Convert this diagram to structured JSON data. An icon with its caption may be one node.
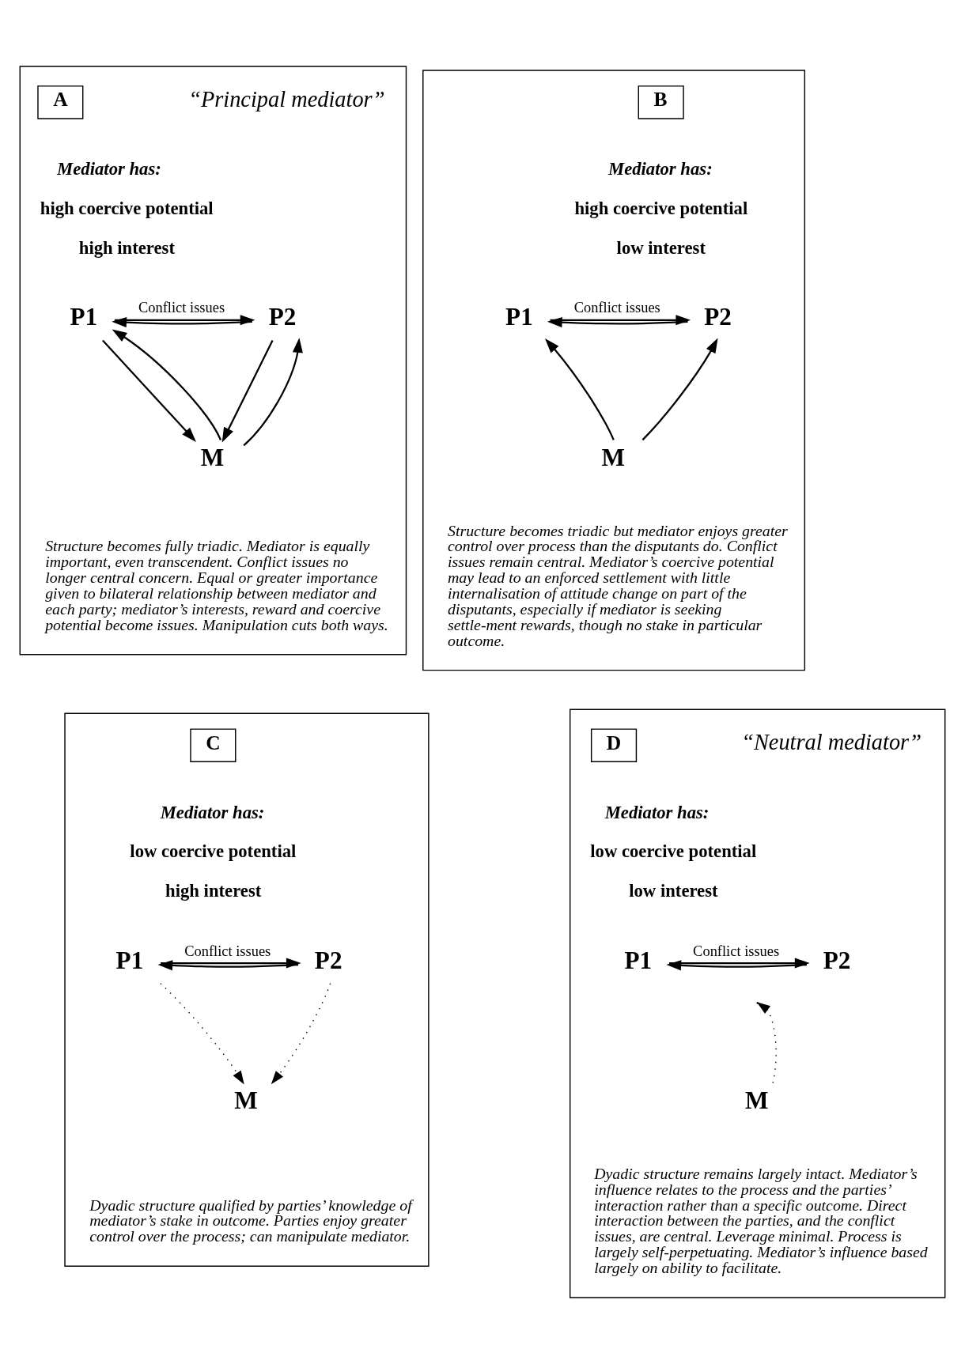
{
  "diagram": {
    "nodes": [
      {
        "text": [],
        "shape": "box"
      },
      {
        "text": [
          "A"
        ],
        "in": 0
      },
      {
        "text": [
          "P1"
        ],
        "in": 0
      },
      {
        "text": [
          "P2"
        ],
        "in": 0
      },
      {
        "text": [
          "M"
        ],
        "in": 0
      },
      {
        "text": [],
        "shape": "box"
      },
      {
        "text": [
          "B"
        ],
        "in": 5
      },
      {
        "text": [
          "P1"
        ],
        "in": 5
      },
      {
        "text": [
          "P2"
        ],
        "in": 5
      },
      {
        "text": [
          "M"
        ],
        "in": 5
      },
      {
        "text": [],
        "shape": "box"
      },
      {
        "text": [
          "C"
        ],
        "in": 10
      },
      {
        "text": [
          "P1"
        ],
        "in": 10
      },
      {
        "text": [
          "P2"
        ],
        "in": 10
      },
      {
        "text": [
          "M"
        ],
        "in": 10
      },
      {
        "text": [],
        "shape": "box"
      },
      {
        "text": [
          "D"
        ],
        "in": 15
      },
      {
        "text": [
          "P1"
        ],
        "in": 15
      },
      {
        "text": [
          "P2"
        ],
        "in": 15
      },
      {
        "text": [
          "M"
        ],
        "in": 15
      }
    ],
    "edges": [
      {
        "from": 2,
        "to": 3,
        "arrow": "to",
        "label": "Conflict issues"
      },
      {
        "from": 3,
        "to": 2,
        "arrow": "to"
      },
      {
        "from": 2,
        "to": 4,
        "arrow": "to"
      },
      {
        "from": 4,
        "to": 2,
        "arrow": "to"
      },
      {
        "from": 3,
        "to": 4,
        "arrow": "to"
      },
      {
        "from": 4,
        "to": 3,
        "arrow": "to"
      },
      {
        "from": 7,
        "to": 8,
        "arrow": "to",
        "label": "Conflict issues"
      },
      {
        "from": 8,
        "to": 7,
        "arrow": "to"
      },
      {
        "from": 9,
        "to": 7,
        "arrow": "to"
      },
      {
        "from": 9,
        "to": 8,
        "arrow": "to"
      },
      {
        "from": 12,
        "to": 13,
        "arrow": "to",
        "label": "Conflict issues"
      },
      {
        "from": 13,
        "to": 12,
        "arrow": "to"
      },
      {
        "from": 12,
        "to": 14,
        "arrow": "to",
        "style": "dashed"
      },
      {
        "from": 13,
        "to": 14,
        "arrow": "to",
        "style": "dashed"
      },
      {
        "from": 17,
        "to": 18,
        "arrow": "to",
        "label": "Conflict issues"
      },
      {
        "from": 18,
        "to": 17,
        "arrow": "to"
      },
      {
        "from": 19,
        "to": null,
        "arrow": "to",
        "style": "dashed"
      }
    ],
    "labels": [
      "“Principal mediator”",
      "Mediator has:",
      "high coercive potential",
      "high interest",
      "Structure becomes fully triadic. Mediator is equally important, even transcendent. Conflict issues no longer central concern. Equal or greater importance given to bilateral relationship between mediator and each party; mediator’s interests, reward and coercive potential become issues. Manipulation cuts both ways.",
      "Mediator has:",
      "high coercive potential",
      "low interest",
      "Structure becomes triadic but mediator enjoys greater control over process than the disputants do. Conflict issues remain central. Mediator’s coercive potential may lead to an enforced settlement with little internalisation of attitude change on part of the disputants, especially if mediator is seeking settle-ment rewards, though no stake in particular outcome.",
      "Mediator has:",
      "low coercive potential",
      "high interest",
      "Dyadic structure qualified by parties’ knowledge of mediator’s stake in outcome. Parties enjoy greater control over the process; can manipulate mediator.",
      "“Neutral mediator”",
      "Mediator has:",
      "low coercive potential",
      "low interest",
      "Dyadic structure remains largely intact. Mediator’s influence relates to the process and the parties’ interaction rather than a specific outcome. Direct interaction between the parties, and the conflict issues, are central. Leverage minimal. Process is largely self-perpetuating. Mediator’s influence based largely on ability to facilitate."
    ]
  }
}
